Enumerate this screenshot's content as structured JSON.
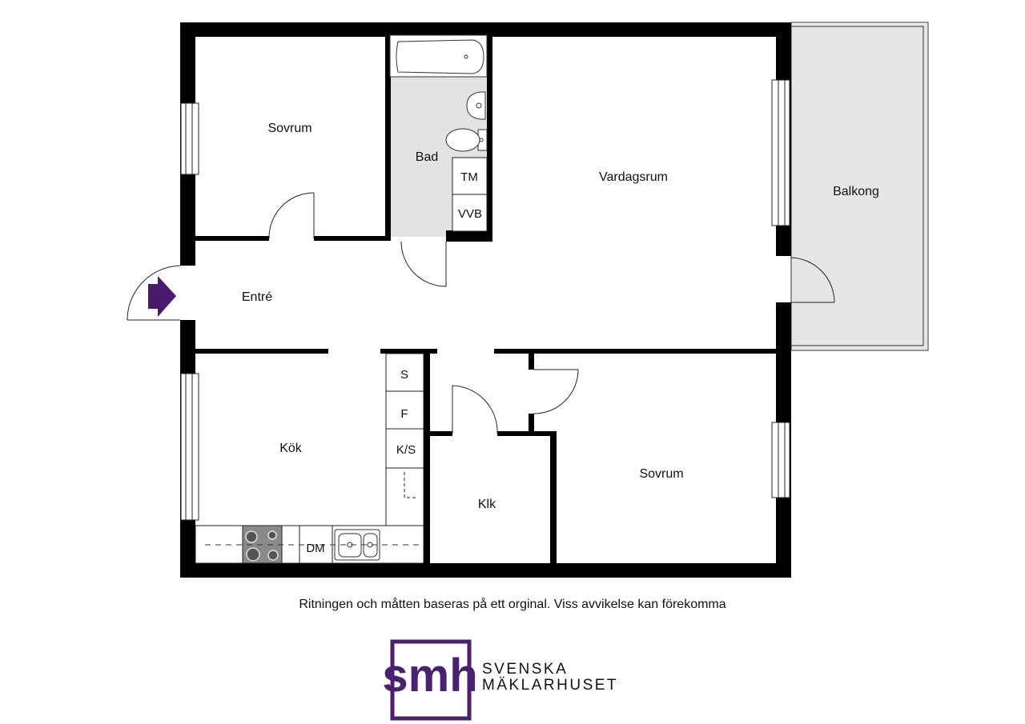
{
  "rooms": {
    "sovrum_top": "Sovrum",
    "bad": "Bad",
    "vardagsrum": "Vardagsrum",
    "balkong": "Balkong",
    "entre": "Entré",
    "kok": "Kök",
    "klk": "Klk",
    "sovrum_bottom": "Sovrum"
  },
  "fixtures": {
    "tm": "TM",
    "vvb": "VVB",
    "s": "S",
    "f": "F",
    "ks": "K/S",
    "dm": "DM"
  },
  "disclaimer": "Ritningen och måtten baseras på ett orginal. Viss avvikelse kan förekomma",
  "logo": {
    "mark": "smh",
    "line1": "SVENSKA",
    "line2": "MÄKLARHUSET"
  },
  "colors": {
    "wall": "#000000",
    "wet_area": "#e3e3e3",
    "balcony": "#e6e6e6",
    "brand": "#4a2070"
  }
}
